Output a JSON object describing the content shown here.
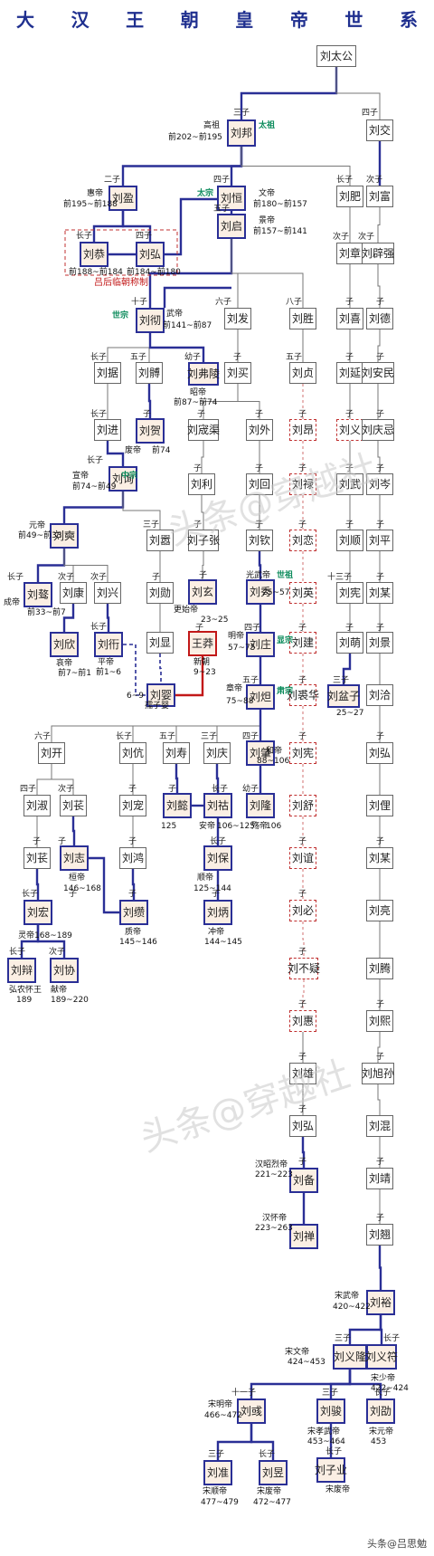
{
  "title_chars": [
    "大",
    "汉",
    "王",
    "朝",
    "皇",
    "帝",
    "世",
    "系"
  ],
  "watermarks": [
    "头条@穿越社",
    "头条@穿越社"
  ],
  "credit": "头条@吕思勉",
  "colors": {
    "emperor_border": "#2a2f96",
    "emperor_fill": "#fbefe4",
    "usurper_border": "#c21818",
    "link_blue": "#2a2f96",
    "link_red": "#c21818",
    "temple_name": "#0a8a5a"
  },
  "nodes": [
    {
      "id": "taigong",
      "name": "刘太公",
      "kind": "plain"
    },
    {
      "id": "bang",
      "name": "刘邦",
      "kind": "emperor"
    },
    {
      "id": "jiao",
      "name": "刘交",
      "kind": "plain"
    },
    {
      "id": "ying",
      "name": "刘盈",
      "kind": "emperor"
    },
    {
      "id": "heng",
      "name": "刘恒",
      "kind": "emperor"
    },
    {
      "id": "fei",
      "name": "刘肥",
      "kind": "plain"
    },
    {
      "id": "fu",
      "name": "刘富",
      "kind": "plain"
    },
    {
      "id": "gong",
      "name": "刘恭",
      "kind": "emperor"
    },
    {
      "id": "hong",
      "name": "刘弘",
      "kind": "emperor"
    },
    {
      "id": "qi",
      "name": "刘启",
      "kind": "emperor"
    },
    {
      "id": "zhang",
      "name": "刘章",
      "kind": "plain"
    },
    {
      "id": "biqiang",
      "name": "刘辟强",
      "kind": "plain"
    },
    {
      "id": "che",
      "name": "刘彻",
      "kind": "emperor"
    },
    {
      "id": "fa",
      "name": "刘发",
      "kind": "plain"
    },
    {
      "id": "sheng",
      "name": "刘胜",
      "kind": "plain"
    },
    {
      "id": "xi",
      "name": "刘喜",
      "kind": "plain"
    },
    {
      "id": "de",
      "name": "刘德",
      "kind": "plain"
    },
    {
      "id": "ju",
      "name": "刘据",
      "kind": "plain"
    },
    {
      "id": "bo",
      "name": "刘髆",
      "kind": "plain"
    },
    {
      "id": "fuling",
      "name": "刘弗陵",
      "kind": "emperor"
    },
    {
      "id": "mai",
      "name": "刘买",
      "kind": "plain"
    },
    {
      "id": "zhen",
      "name": "刘贞",
      "kind": "plain"
    },
    {
      "id": "yan",
      "name": "刘延",
      "kind": "plain"
    },
    {
      "id": "anmin",
      "name": "刘安民",
      "kind": "plain"
    },
    {
      "id": "jin",
      "name": "刘进",
      "kind": "plain"
    },
    {
      "id": "he",
      "name": "刘贺",
      "kind": "emperor"
    },
    {
      "id": "ziqu",
      "name": "刘宬渠",
      "kind": "plain"
    },
    {
      "id": "wai",
      "name": "刘外",
      "kind": "plain"
    },
    {
      "id": "ang",
      "name": "刘昂",
      "kind": "lady"
    },
    {
      "id": "yi1",
      "name": "刘义",
      "kind": "lady"
    },
    {
      "id": "qingji",
      "name": "刘庆忌",
      "kind": "plain"
    },
    {
      "id": "xun",
      "name": "刘询",
      "kind": "emperor"
    },
    {
      "id": "li",
      "name": "刘利",
      "kind": "plain"
    },
    {
      "id": "hui",
      "name": "刘回",
      "kind": "plain"
    },
    {
      "id": "lu",
      "name": "刘禄",
      "kind": "lady"
    },
    {
      "id": "wu",
      "name": "刘武",
      "kind": "plain"
    },
    {
      "id": "cen",
      "name": "刘岑",
      "kind": "plain"
    },
    {
      "id": "shi",
      "name": "刘奭",
      "kind": "emperor"
    },
    {
      "id": "xiao",
      "name": "刘嚣",
      "kind": "plain"
    },
    {
      "id": "zizhang",
      "name": "刘子张",
      "kind": "plain"
    },
    {
      "id": "qin",
      "name": "刘钦",
      "kind": "plain"
    },
    {
      "id": "lian",
      "name": "刘恋",
      "kind": "lady"
    },
    {
      "id": "shun",
      "name": "刘顺",
      "kind": "plain"
    },
    {
      "id": "ping",
      "name": "刘平",
      "kind": "plain"
    },
    {
      "id": "ao",
      "name": "刘骜",
      "kind": "emperor"
    },
    {
      "id": "kang",
      "name": "刘康",
      "kind": "plain"
    },
    {
      "id": "xing",
      "name": "刘兴",
      "kind": "plain"
    },
    {
      "id": "xun2",
      "name": "刘勋",
      "kind": "plain"
    },
    {
      "id": "xuan",
      "name": "刘玄",
      "kind": "emperor"
    },
    {
      "id": "xiu",
      "name": "刘秀",
      "kind": "emperor"
    },
    {
      "id": "ying2",
      "name": "刘英",
      "kind": "lady"
    },
    {
      "id": "xian",
      "name": "刘宪",
      "kind": "plain"
    },
    {
      "id": "mou",
      "name": "刘某",
      "kind": "plain"
    },
    {
      "id": "xin",
      "name": "刘欣",
      "kind": "emperor"
    },
    {
      "id": "kan",
      "name": "刘衎",
      "kind": "emperor"
    },
    {
      "id": "xian2",
      "name": "刘显",
      "kind": "plain"
    },
    {
      "id": "wangmang",
      "name": "王莽",
      "kind": "usurper"
    },
    {
      "id": "zhuang",
      "name": "刘庄",
      "kind": "emperor"
    },
    {
      "id": "jian",
      "name": "刘建",
      "kind": "lady"
    },
    {
      "id": "meng",
      "name": "刘萌",
      "kind": "plain"
    },
    {
      "id": "jing",
      "name": "刘景",
      "kind": "plain"
    },
    {
      "id": "ruying",
      "name": "刘婴",
      "kind": "emperor"
    },
    {
      "id": "da",
      "name": "刘炟",
      "kind": "emperor"
    },
    {
      "id": "yihua",
      "name": "刘裘华",
      "kind": "lady"
    },
    {
      "id": "penzi",
      "name": "刘盆子",
      "kind": "emperor"
    },
    {
      "id": "qia",
      "name": "刘洽",
      "kind": "plain"
    },
    {
      "id": "kai",
      "name": "刘开",
      "kind": "plain"
    },
    {
      "id": "kang2",
      "name": "刘伉",
      "kind": "plain"
    },
    {
      "id": "shou",
      "name": "刘寿",
      "kind": "plain"
    },
    {
      "id": "qing",
      "name": "刘庆",
      "kind": "plain"
    },
    {
      "id": "zhao",
      "name": "刘肇",
      "kind": "emperor"
    },
    {
      "id": "xian3",
      "name": "刘宪",
      "kind": "lady"
    },
    {
      "id": "hong2",
      "name": "刘弘",
      "kind": "plain"
    },
    {
      "id": "shu",
      "name": "刘淑",
      "kind": "plain"
    },
    {
      "id": "chang",
      "name": "刘苌",
      "kind": "plain"
    },
    {
      "id": "chong",
      "name": "刘宠",
      "kind": "plain"
    },
    {
      "id": "yi2",
      "name": "刘懿",
      "kind": "emperor"
    },
    {
      "id": "hu",
      "name": "刘祜",
      "kind": "emperor"
    },
    {
      "id": "long",
      "name": "刘隆",
      "kind": "emperor"
    },
    {
      "id": "shu2",
      "name": "刘舒",
      "kind": "lady"
    },
    {
      "id": "li2",
      "name": "刘俚",
      "kind": "plain"
    },
    {
      "id": "chang2",
      "name": "刘苌",
      "kind": "plain"
    },
    {
      "id": "zhi",
      "name": "刘志",
      "kind": "emperor"
    },
    {
      "id": "hong3",
      "name": "刘鸿",
      "kind": "plain"
    },
    {
      "id": "bao",
      "name": "刘保",
      "kind": "emperor"
    },
    {
      "id": "yi3",
      "name": "刘谊",
      "kind": "lady"
    },
    {
      "id": "mou2",
      "name": "刘某",
      "kind": "plain"
    },
    {
      "id": "hong4",
      "name": "刘宏",
      "kind": "emperor"
    },
    {
      "id": "zuan",
      "name": "刘缵",
      "kind": "emperor"
    },
    {
      "id": "bing",
      "name": "刘炳",
      "kind": "emperor"
    },
    {
      "id": "bi",
      "name": "刘必",
      "kind": "lady"
    },
    {
      "id": "liang",
      "name": "刘亮",
      "kind": "plain"
    },
    {
      "id": "bian",
      "name": "刘辩",
      "kind": "emperor"
    },
    {
      "id": "xie",
      "name": "刘协",
      "kind": "emperor"
    },
    {
      "id": "buyi",
      "name": "刘不疑",
      "kind": "lady"
    },
    {
      "id": "teng",
      "name": "刘腾",
      "kind": "plain"
    },
    {
      "id": "hui2",
      "name": "刘惠",
      "kind": "lady"
    },
    {
      "id": "xi2",
      "name": "刘熙",
      "kind": "plain"
    },
    {
      "id": "xiong",
      "name": "刘雄",
      "kind": "plain"
    },
    {
      "id": "xusun",
      "name": "刘旭孙",
      "kind": "plain"
    },
    {
      "id": "hong5",
      "name": "刘弘",
      "kind": "plain"
    },
    {
      "id": "hun",
      "name": "刘混",
      "kind": "plain"
    },
    {
      "id": "bei",
      "name": "刘备",
      "kind": "emperor"
    },
    {
      "id": "jing2",
      "name": "刘靖",
      "kind": "plain"
    },
    {
      "id": "shan",
      "name": "刘禅",
      "kind": "emperor"
    },
    {
      "id": "jun",
      "name": "刘翘",
      "kind": "plain"
    },
    {
      "id": "yu",
      "name": "刘裕",
      "kind": "emperor"
    },
    {
      "id": "yilong",
      "name": "刘义隆",
      "kind": "emperor"
    },
    {
      "id": "yifu",
      "name": "刘义符",
      "kind": "emperor"
    },
    {
      "id": "jun2",
      "name": "刘骏",
      "kind": "emperor"
    },
    {
      "id": "yu2",
      "name": "刘彧",
      "kind": "emperor"
    },
    {
      "id": "ziye",
      "name": "刘子业",
      "kind": "emperor"
    },
    {
      "id": "zhun",
      "name": "刘准",
      "kind": "emperor"
    },
    {
      "id": "yu3",
      "name": "刘昱",
      "kind": "emperor"
    },
    {
      "id": "shao",
      "name": "刘劭",
      "kind": "emperor"
    }
  ],
  "labels": [
    {
      "t": "三子",
      "k": "rank"
    },
    {
      "t": "四子",
      "k": "rank"
    },
    {
      "t": "高祖",
      "k": "era"
    },
    {
      "t": "太祖",
      "k": "temple"
    },
    {
      "t": "前202~前195",
      "k": "era"
    },
    {
      "t": "二子",
      "k": "rank"
    },
    {
      "t": "惠帝",
      "k": "era"
    },
    {
      "t": "前195~前188",
      "k": "era"
    },
    {
      "t": "四子",
      "k": "rank"
    },
    {
      "t": "文帝",
      "k": "era"
    },
    {
      "t": "太宗",
      "k": "temple"
    },
    {
      "t": "前180~前157",
      "k": "era"
    },
    {
      "t": "长子",
      "k": "rank"
    },
    {
      "t": "次子",
      "k": "rank"
    },
    {
      "t": "长子",
      "k": "rank"
    },
    {
      "t": "四子",
      "k": "rank"
    },
    {
      "t": "前188~前184",
      "k": "era"
    },
    {
      "t": "前184~前180",
      "k": "era"
    },
    {
      "t": "吕后临朝称制",
      "k": "regency"
    },
    {
      "t": "五子",
      "k": "rank"
    },
    {
      "t": "景帝",
      "k": "era"
    },
    {
      "t": "前157~前141",
      "k": "era"
    },
    {
      "t": "次子",
      "k": "rank"
    },
    {
      "t": "次子",
      "k": "rank"
    },
    {
      "t": "十子",
      "k": "rank"
    },
    {
      "t": "武帝",
      "k": "era"
    },
    {
      "t": "世宗",
      "k": "temple"
    },
    {
      "t": "前141~前87",
      "k": "era"
    },
    {
      "t": "六子",
      "k": "rank"
    },
    {
      "t": "八子",
      "k": "rank"
    },
    {
      "t": "子",
      "k": "rank"
    },
    {
      "t": "子",
      "k": "rank"
    },
    {
      "t": "长子",
      "k": "rank"
    },
    {
      "t": "五子",
      "k": "rank"
    },
    {
      "t": "幼子",
      "k": "rank"
    },
    {
      "t": "昭帝",
      "k": "era"
    },
    {
      "t": "前87~前74",
      "k": "era"
    },
    {
      "t": "子",
      "k": "rank"
    },
    {
      "t": "五子",
      "k": "rank"
    },
    {
      "t": "子",
      "k": "rank"
    },
    {
      "t": "子",
      "k": "rank"
    },
    {
      "t": "长子",
      "k": "rank"
    },
    {
      "t": "子",
      "k": "rank"
    },
    {
      "t": "废帝",
      "k": "era"
    },
    {
      "t": "前74",
      "k": "era"
    },
    {
      "t": "子",
      "k": "rank"
    },
    {
      "t": "子",
      "k": "rank"
    },
    {
      "t": "子",
      "k": "rank"
    },
    {
      "t": "子",
      "k": "rank"
    },
    {
      "t": "子",
      "k": "rank"
    },
    {
      "t": "长子",
      "k": "rank"
    },
    {
      "t": "宣帝",
      "k": "era"
    },
    {
      "t": "中宗",
      "k": "temple"
    },
    {
      "t": "前74~前49",
      "k": "era"
    },
    {
      "t": "子",
      "k": "rank"
    },
    {
      "t": "子",
      "k": "rank"
    },
    {
      "t": "子",
      "k": "rank"
    },
    {
      "t": "子",
      "k": "rank"
    },
    {
      "t": "子",
      "k": "rank"
    },
    {
      "t": "元帝",
      "k": "era"
    },
    {
      "t": "前49~前33",
      "k": "era"
    },
    {
      "t": "三子",
      "k": "rank"
    },
    {
      "t": "子",
      "k": "rank"
    },
    {
      "t": "子",
      "k": "rank"
    },
    {
      "t": "子",
      "k": "rank"
    },
    {
      "t": "子",
      "k": "rank"
    },
    {
      "t": "子",
      "k": "rank"
    },
    {
      "t": "长子",
      "k": "rank"
    },
    {
      "t": "次子",
      "k": "rank"
    },
    {
      "t": "次子",
      "k": "rank"
    },
    {
      "t": "成帝",
      "k": "era"
    },
    {
      "t": "前33~前7",
      "k": "era"
    },
    {
      "t": "子",
      "k": "rank"
    },
    {
      "t": "光武帝",
      "k": "era"
    },
    {
      "t": "世祖",
      "k": "temple"
    },
    {
      "t": "25~57",
      "k": "era"
    },
    {
      "t": "子",
      "k": "rank"
    },
    {
      "t": "十三子",
      "k": "rank"
    },
    {
      "t": "子",
      "k": "rank"
    },
    {
      "t": "更始帝",
      "k": "era"
    },
    {
      "t": "23~25",
      "k": "era"
    },
    {
      "t": "子",
      "k": "rank"
    },
    {
      "t": "长子",
      "k": "rank"
    },
    {
      "t": "哀帝",
      "k": "era"
    },
    {
      "t": "前7~前1",
      "k": "era"
    },
    {
      "t": "平帝",
      "k": "era"
    },
    {
      "t": "前1~6",
      "k": "era"
    },
    {
      "t": "新朝",
      "k": "era"
    },
    {
      "t": "9~23",
      "k": "era"
    },
    {
      "t": "四子",
      "k": "rank"
    },
    {
      "t": "明帝",
      "k": "era"
    },
    {
      "t": "显宗",
      "k": "temple"
    },
    {
      "t": "57~75",
      "k": "era"
    },
    {
      "t": "子",
      "k": "rank"
    },
    {
      "t": "子",
      "k": "rank"
    },
    {
      "t": "子",
      "k": "rank"
    },
    {
      "t": "6~9",
      "k": "era"
    },
    {
      "t": "孺子婴",
      "k": "era"
    },
    {
      "t": "五子",
      "k": "rank"
    },
    {
      "t": "章帝",
      "k": "era"
    },
    {
      "t": "肃宗",
      "k": "temple"
    },
    {
      "t": "75~88",
      "k": "era"
    },
    {
      "t": "子",
      "k": "rank"
    },
    {
      "t": "三子",
      "k": "rank"
    },
    {
      "t": "25~27",
      "k": "era"
    },
    {
      "t": "六子",
      "k": "rank"
    },
    {
      "t": "长子",
      "k": "rank"
    },
    {
      "t": "五子",
      "k": "rank"
    },
    {
      "t": "三子",
      "k": "rank"
    },
    {
      "t": "四子",
      "k": "rank"
    },
    {
      "t": "和帝",
      "k": "era"
    },
    {
      "t": "88~106",
      "k": "era"
    },
    {
      "t": "子",
      "k": "rank"
    },
    {
      "t": "子",
      "k": "rank"
    },
    {
      "t": "四子",
      "k": "rank"
    },
    {
      "t": "次子",
      "k": "rank"
    },
    {
      "t": "子",
      "k": "rank"
    },
    {
      "t": "子",
      "k": "rank"
    },
    {
      "t": "长子",
      "k": "rank"
    },
    {
      "t": "幼子",
      "k": "rank"
    },
    {
      "t": "125",
      "k": "era"
    },
    {
      "t": "安帝",
      "k": "era"
    },
    {
      "t": "106~125",
      "k": "era"
    },
    {
      "t": "殇帝",
      "k": "era"
    },
    {
      "t": "106",
      "k": "era"
    },
    {
      "t": "子",
      "k": "rank"
    },
    {
      "t": "子",
      "k": "rank"
    },
    {
      "t": "子",
      "k": "rank"
    },
    {
      "t": "长子",
      "k": "rank"
    },
    {
      "t": "子",
      "k": "rank"
    },
    {
      "t": "子",
      "k": "rank"
    },
    {
      "t": "桓帝",
      "k": "era"
    },
    {
      "t": "146~168",
      "k": "era"
    },
    {
      "t": "顺帝",
      "k": "era"
    },
    {
      "t": "125~144",
      "k": "era"
    },
    {
      "t": "长子",
      "k": "rank"
    },
    {
      "t": "子",
      "k": "rank"
    },
    {
      "t": "子",
      "k": "rank"
    },
    {
      "t": "子",
      "k": "rank"
    },
    {
      "t": "子",
      "k": "rank"
    },
    {
      "t": "灵帝",
      "k": "era"
    },
    {
      "t": "168~189",
      "k": "era"
    },
    {
      "t": "质帝",
      "k": "era"
    },
    {
      "t": "145~146",
      "k": "era"
    },
    {
      "t": "冲帝",
      "k": "era"
    },
    {
      "t": "144~145",
      "k": "era"
    },
    {
      "t": "长子",
      "k": "rank"
    },
    {
      "t": "次子",
      "k": "rank"
    },
    {
      "t": "子",
      "k": "rank"
    },
    {
      "t": "弘农怀王",
      "k": "era"
    },
    {
      "t": "189",
      "k": "era"
    },
    {
      "t": "献帝",
      "k": "era"
    },
    {
      "t": "189~220",
      "k": "era"
    },
    {
      "t": "子",
      "k": "rank"
    },
    {
      "t": "子",
      "k": "rank"
    },
    {
      "t": "子",
      "k": "rank"
    },
    {
      "t": "子",
      "k": "rank"
    },
    {
      "t": "子",
      "k": "rank"
    },
    {
      "t": "汉昭烈帝",
      "k": "era"
    },
    {
      "t": "221~223",
      "k": "era"
    },
    {
      "t": "子",
      "k": "rank"
    },
    {
      "t": "子",
      "k": "rank"
    },
    {
      "t": "汉怀帝",
      "k": "era"
    },
    {
      "t": "223~263",
      "k": "era"
    },
    {
      "t": "子",
      "k": "rank"
    },
    {
      "t": "宋武帝",
      "k": "era"
    },
    {
      "t": "420~422",
      "k": "era"
    },
    {
      "t": "三子",
      "k": "rank"
    },
    {
      "t": "长子",
      "k": "rank"
    },
    {
      "t": "宋文帝",
      "k": "era"
    },
    {
      "t": "424~453",
      "k": "era"
    },
    {
      "t": "宋少帝",
      "k": "era"
    },
    {
      "t": "422~424",
      "k": "era"
    },
    {
      "t": "十一子",
      "k": "rank"
    },
    {
      "t": "三子",
      "k": "rank"
    },
    {
      "t": "长子",
      "k": "rank"
    },
    {
      "t": "宋明帝",
      "k": "era"
    },
    {
      "t": "466~472",
      "k": "era"
    },
    {
      "t": "宋孝武帝",
      "k": "era"
    },
    {
      "t": "453~464",
      "k": "era"
    },
    {
      "t": "宋元帝",
      "k": "era"
    },
    {
      "t": "453",
      "k": "era"
    },
    {
      "t": "三子",
      "k": "rank"
    },
    {
      "t": "长子",
      "k": "rank"
    },
    {
      "t": "长子",
      "k": "rank"
    },
    {
      "t": "宋顺帝",
      "k": "era"
    },
    {
      "t": "477~479",
      "k": "era"
    },
    {
      "t": "宋废帝",
      "k": "era"
    },
    {
      "t": "472~477",
      "k": "era"
    },
    {
      "t": "宋废帝",
      "k": "era"
    }
  ]
}
